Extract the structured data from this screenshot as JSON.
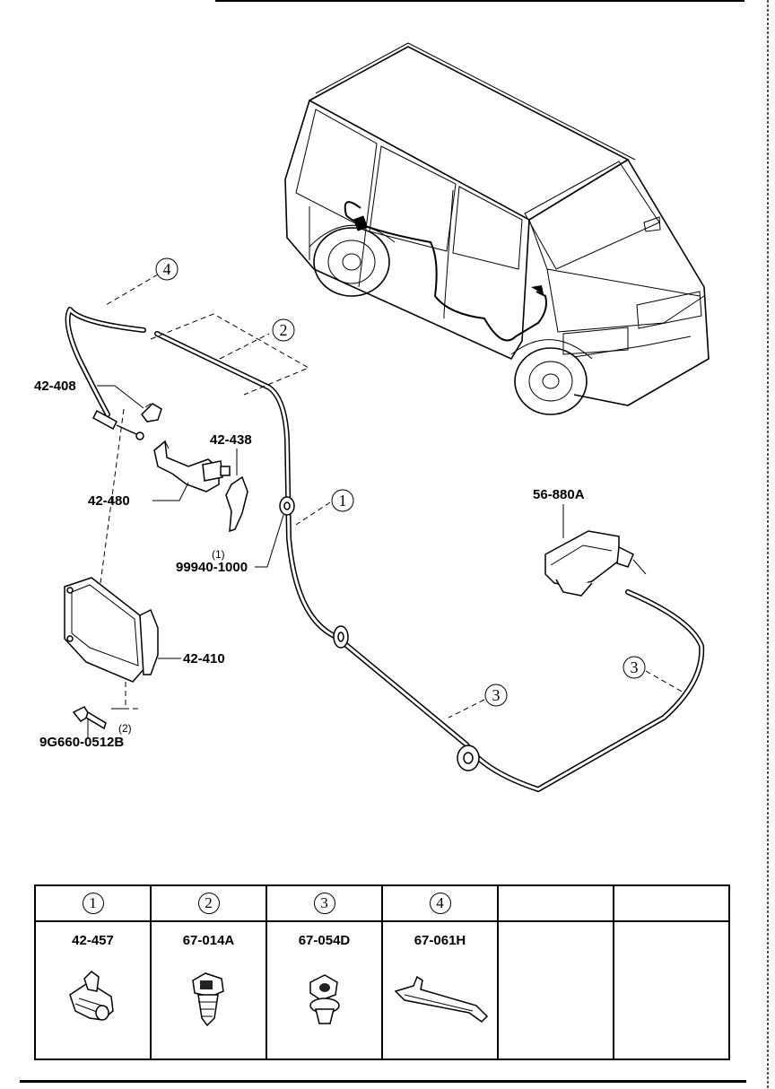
{
  "callouts": {
    "c1": "1",
    "c2": "2",
    "c3a": "3",
    "c3b": "3",
    "c4": "4"
  },
  "parts": {
    "p42438": "42-438",
    "p42480": "42-480",
    "p42408": "42-408",
    "p99940": "99940-1000",
    "p99940_qty": "(1)",
    "p42410": "42-410",
    "p9g660": "9G660-0512B",
    "p9g660_qty": "(2)",
    "p56880": "56-880A"
  },
  "legend": {
    "columns": [
      {
        "num": "1",
        "part": "42-457",
        "icon": "clip-icon"
      },
      {
        "num": "2",
        "part": "67-014A",
        "icon": "clip-icon"
      },
      {
        "num": "3",
        "part": "67-054D",
        "icon": "clip-icon"
      },
      {
        "num": "4",
        "part": "67-061H",
        "icon": "clip-icon"
      },
      {
        "num": "",
        "part": ""
      },
      {
        "num": "",
        "part": ""
      }
    ]
  }
}
